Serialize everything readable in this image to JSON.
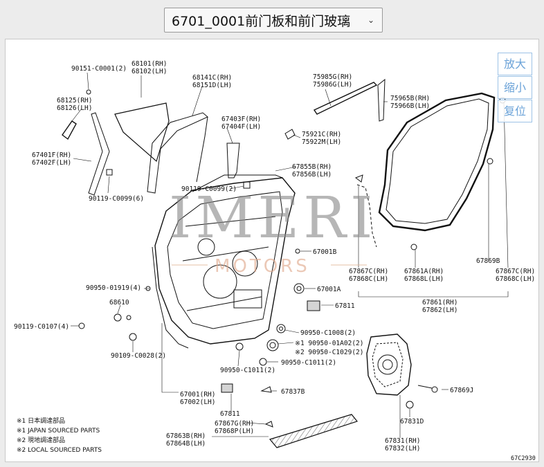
{
  "header": {
    "title": "6701_0001前门板和前门玻璃",
    "chevron_icon": "chevron-down-icon"
  },
  "zoom": {
    "zoom_in": "放大",
    "zoom_out": "缩小",
    "reset": "复位"
  },
  "watermark": {
    "main": "IMERI",
    "sub": "MOTORS"
  },
  "parts": [
    {
      "id": "p1",
      "text": "90151-C0001(2)"
    },
    {
      "id": "p2",
      "text": "68101(RH)"
    },
    {
      "id": "p3",
      "text": "68102(LH)"
    },
    {
      "id": "p4",
      "text": "68141C(RH)"
    },
    {
      "id": "p5",
      "text": "68151D(LH)"
    },
    {
      "id": "p6",
      "text": "68125(RH)"
    },
    {
      "id": "p7",
      "text": "68126(LH)"
    },
    {
      "id": "p8",
      "text": "67403F(RH)"
    },
    {
      "id": "p9",
      "text": "67404F(LH)"
    },
    {
      "id": "p10",
      "text": "67401F(RH)"
    },
    {
      "id": "p11",
      "text": "67402F(LH)"
    },
    {
      "id": "p12",
      "text": "90119-C0099(6)"
    },
    {
      "id": "p13",
      "text": "90119-C0099(2)"
    },
    {
      "id": "p14",
      "text": "75985G(RH)"
    },
    {
      "id": "p15",
      "text": "75986G(LH)"
    },
    {
      "id": "p16",
      "text": "75965B(RH)"
    },
    {
      "id": "p17",
      "text": "75966B(LH)"
    },
    {
      "id": "p18",
      "text": "75921C(RH)"
    },
    {
      "id": "p19",
      "text": "75922M(LH)"
    },
    {
      "id": "p20",
      "text": "67855B(RH)"
    },
    {
      "id": "p21",
      "text": "67856B(LH)"
    },
    {
      "id": "p22",
      "text": "67001B"
    },
    {
      "id": "p23",
      "text": "67001A"
    },
    {
      "id": "p24",
      "text": "67811"
    },
    {
      "id": "p25",
      "text": "90950-01919(4)"
    },
    {
      "id": "p26",
      "text": "68610"
    },
    {
      "id": "p27",
      "text": "90119-C0107(4)"
    },
    {
      "id": "p28",
      "text": "90109-C0028(2)"
    },
    {
      "id": "p29",
      "text": "90950-C1008(2)"
    },
    {
      "id": "p30",
      "text": "※1 90950-01A02(2)"
    },
    {
      "id": "p31",
      "text": "※2 90950-C1029(2)"
    },
    {
      "id": "p32",
      "text": "90950-C1011(2)"
    },
    {
      "id": "p33",
      "text": "90950-C1011(2)"
    },
    {
      "id": "p34",
      "text": "67837B"
    },
    {
      "id": "p35",
      "text": "67001(RH)"
    },
    {
      "id": "p36",
      "text": "67002(LH)"
    },
    {
      "id": "p37",
      "text": "67811"
    },
    {
      "id": "p38",
      "text": "67863B(RH)"
    },
    {
      "id": "p39",
      "text": "67864B(LH)"
    },
    {
      "id": "p40",
      "text": "67867G(RH)"
    },
    {
      "id": "p41",
      "text": "67868P(LH)"
    },
    {
      "id": "p42",
      "text": "67867C(RH)"
    },
    {
      "id": "p43",
      "text": "67868C(LH)"
    },
    {
      "id": "p44",
      "text": "67861A(RH)"
    },
    {
      "id": "p45",
      "text": "67868L(LH)"
    },
    {
      "id": "p46",
      "text": "67869B"
    },
    {
      "id": "p47",
      "text": "67867C(RH)"
    },
    {
      "id": "p48",
      "text": "67868C(LH)"
    },
    {
      "id": "p49",
      "text": "67861(RH)"
    },
    {
      "id": "p50",
      "text": "67862(LH)"
    },
    {
      "id": "p51",
      "text": "67869J"
    },
    {
      "id": "p52",
      "text": "67831D"
    },
    {
      "id": "p53",
      "text": "67831(RH)"
    },
    {
      "id": "p54",
      "text": "67832(LH)"
    },
    {
      "id": "p55",
      "text": "67C2930"
    }
  ],
  "notes": [
    "※1 日本調達部品",
    "※1 JAPAN SOURCED PARTS",
    "※2 現地調達部品",
    "※2 LOCAL SOURCED PARTS"
  ]
}
